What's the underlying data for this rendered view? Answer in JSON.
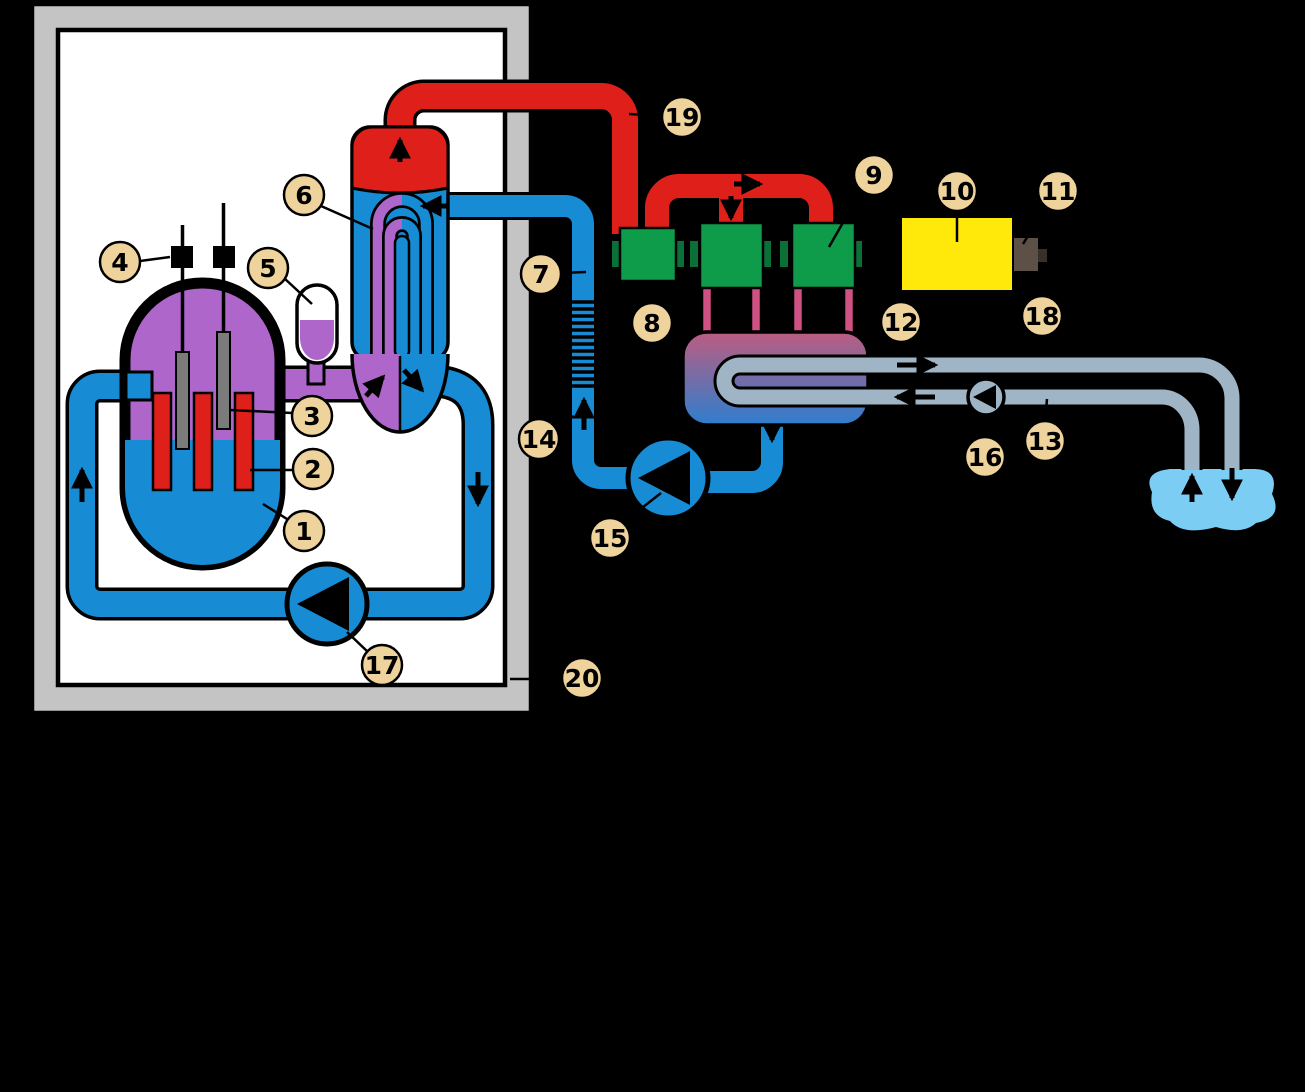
{
  "labels": {
    "l1": "1",
    "l2": "2",
    "l3": "3",
    "l4": "4",
    "l5": "5",
    "l6": "6",
    "l7": "7",
    "l8": "8",
    "l9": "9",
    "l10": "10",
    "l11": "11",
    "l12": "12",
    "l13": "13",
    "l14": "14",
    "l15": "15",
    "l16": "16",
    "l17": "17",
    "l18": "18",
    "l19": "19",
    "l20": "20"
  },
  "colors": {
    "bg": "#000000",
    "ink": "#000000",
    "wall": "#c4c4c4",
    "interior": "#ffffff",
    "hot": "#ae66ca",
    "cold": "#178bd4",
    "steam": "#df201a",
    "rod": "#df201a",
    "ctrl": "#7b7b7b",
    "green": "#0f9c4a",
    "coupling": "#0a7038",
    "yellow": "#ffe90a",
    "exciter": "#5d5047",
    "excstub": "#37312b",
    "pink": "#cf5082",
    "condtop": "#bc5c80",
    "condbottom": "#2e7ece",
    "gray": "#9fb4c4",
    "water": "#7ccdf4",
    "label": "#efd39c"
  }
}
